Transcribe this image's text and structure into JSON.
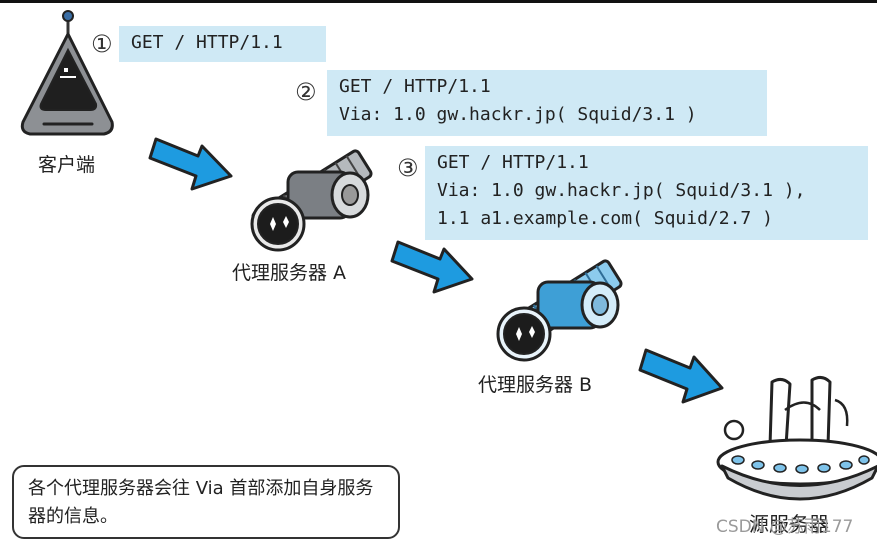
{
  "steps": [
    {
      "number": "①",
      "lines": [
        "GET / HTTP/1.1"
      ]
    },
    {
      "number": "②",
      "lines": [
        "GET / HTTP/1.1",
        "Via: 1.0 gw.hackr.jp( Squid/3.1 )"
      ]
    },
    {
      "number": "③",
      "lines": [
        "GET / HTTP/1.1",
        "Via: 1.0 gw.hackr.jp( Squid/3.1 ),",
        "1.1 a1.example.com( Squid/2.7 )"
      ]
    }
  ],
  "nodes": {
    "client": "客户端",
    "proxy_a": "代理服务器 A",
    "proxy_b": "代理服务器 B",
    "origin": "源服务器"
  },
  "note": "各个代理服务器会往 Via 首部添加自身服务器的信息。",
  "watermark": "CSDN @苏雨177",
  "colors": {
    "message_box": "#cfe9f5",
    "arrow": "#1e9be0",
    "proxy_a": "#9aa0a6",
    "proxy_b": "#5ab1e0"
  }
}
